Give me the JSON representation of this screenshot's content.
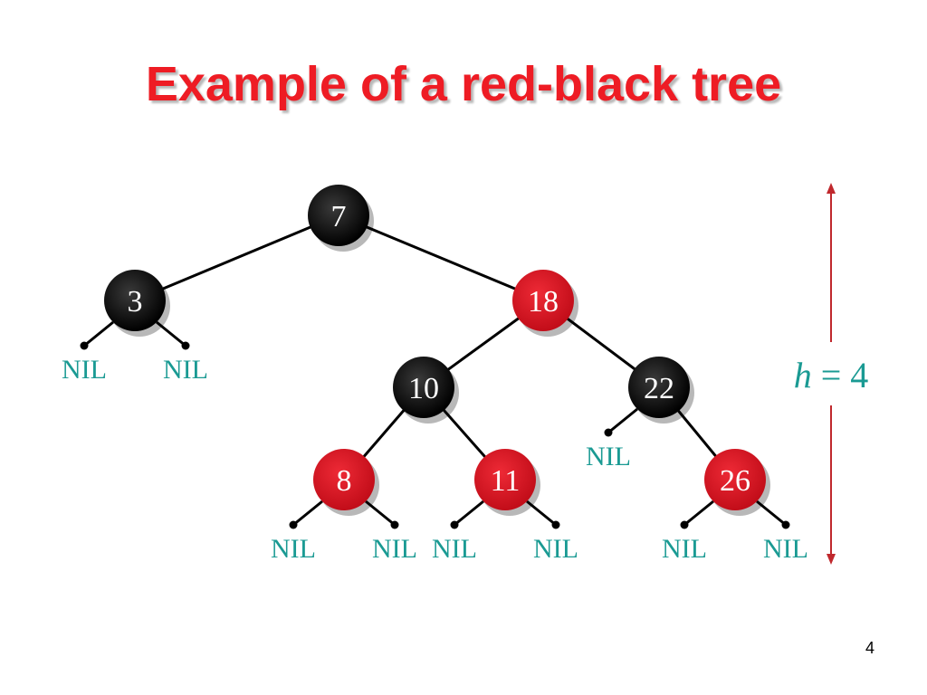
{
  "title": "Example of a red-black tree",
  "page_number": "4",
  "colors": {
    "title": "#ee1c24",
    "black_node": "#000000",
    "red_node": "#d7101e",
    "node_text": "#ffffff",
    "nil_text": "#1a9a93",
    "height_arrow": "#c0282d",
    "edge": "#000000"
  },
  "tree": {
    "nodes": [
      {
        "id": "n7",
        "label": "7",
        "color": "black"
      },
      {
        "id": "n3",
        "label": "3",
        "color": "black"
      },
      {
        "id": "n18",
        "label": "18",
        "color": "red"
      },
      {
        "id": "n10",
        "label": "10",
        "color": "black"
      },
      {
        "id": "n22",
        "label": "22",
        "color": "black"
      },
      {
        "id": "n8",
        "label": "8",
        "color": "red"
      },
      {
        "id": "n11",
        "label": "11",
        "color": "red"
      },
      {
        "id": "n26",
        "label": "26",
        "color": "red"
      }
    ],
    "edges": [
      [
        "n7",
        "n3"
      ],
      [
        "n7",
        "n18"
      ],
      [
        "n18",
        "n10"
      ],
      [
        "n18",
        "n22"
      ],
      [
        "n10",
        "n8"
      ],
      [
        "n10",
        "n11"
      ],
      [
        "n22",
        "n26"
      ]
    ],
    "nil_leaves": [
      {
        "parent": "n3",
        "side": "left",
        "label": "NIL"
      },
      {
        "parent": "n3",
        "side": "right",
        "label": "NIL"
      },
      {
        "parent": "n22",
        "side": "left",
        "label": "NIL"
      },
      {
        "parent": "n8",
        "side": "left",
        "label": "NIL"
      },
      {
        "parent": "n8",
        "side": "right",
        "label": "NIL"
      },
      {
        "parent": "n11",
        "side": "left",
        "label": "NIL"
      },
      {
        "parent": "n11",
        "side": "right",
        "label": "NIL"
      },
      {
        "parent": "n26",
        "side": "left",
        "label": "NIL"
      },
      {
        "parent": "n26",
        "side": "right",
        "label": "NIL"
      }
    ]
  },
  "height_annotation": {
    "variable": "h",
    "equals": "=",
    "value": "4"
  }
}
